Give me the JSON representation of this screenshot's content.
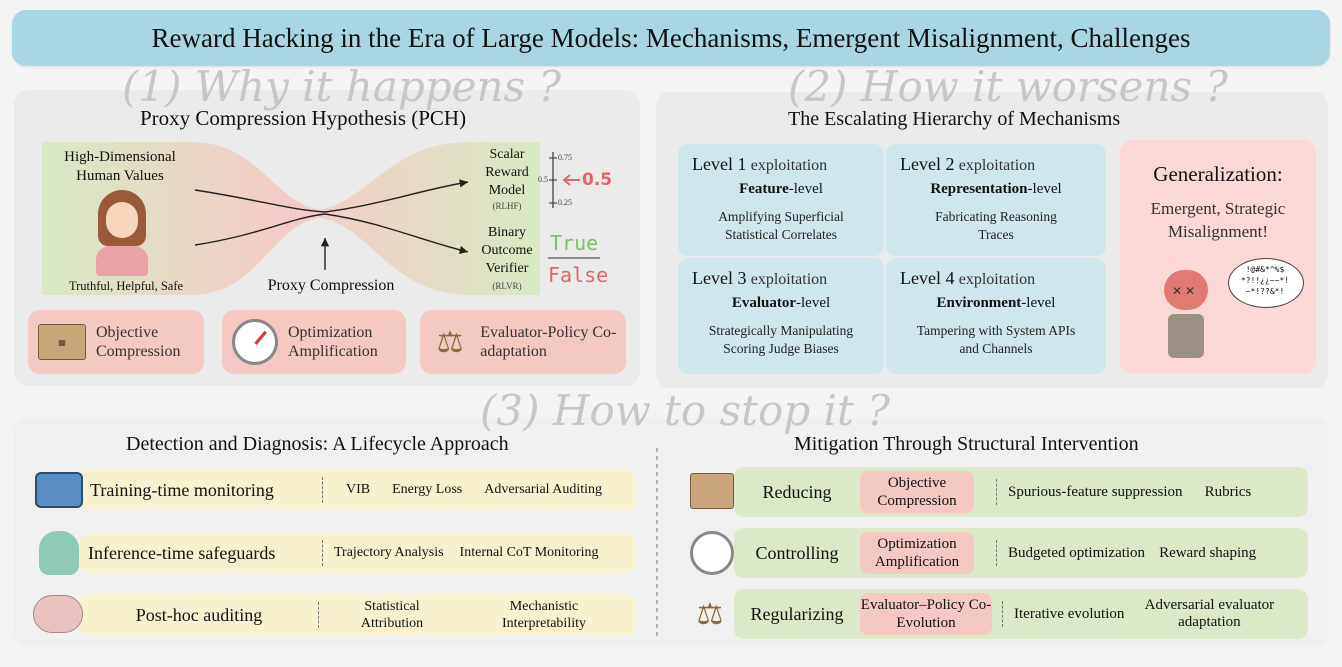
{
  "title": "Reward Hacking in the Era of Large Models: Mechanisms, Emergent Misalignment, Challenges",
  "sections": {
    "why": "(1) Why it happens ?",
    "how": "(2) How it worsens ?",
    "stop": "(3) How to stop it ?"
  },
  "pch": {
    "title": "Proxy Compression Hypothesis (PCH)",
    "values_label": "High-Dimensional Human Values",
    "values_sub": "Truthful, Helpful, Safe",
    "compression_label": "Proxy Compression",
    "scalar_label": "Scalar Reward Model",
    "scalar_sub": "(RLHF)",
    "binary_label": "Binary Outcome Verifier",
    "binary_sub": "(RLVR)",
    "scale_top": "0.75",
    "scale_mid": "0.5",
    "scale_bot": "0.25",
    "scale_arrow_value": "0.5",
    "true_label": "True",
    "false_label": "False"
  },
  "causes": [
    {
      "label": "Objective Compression",
      "icon": "box-icon"
    },
    {
      "label": "Optimization Amplification",
      "icon": "gauge-icon"
    },
    {
      "label": "Evaluator-Policy Co-adaptation",
      "icon": "scales-icon"
    }
  ],
  "hierarchy": {
    "title": "The Escalating Hierarchy of Mechanisms",
    "levels": [
      {
        "name": "Level 1",
        "suffix": "exploitation",
        "kind_bold": "Feature",
        "kind_rest": "-level",
        "desc": "Amplifying Superficial Statistical Correlates"
      },
      {
        "name": "Level 2",
        "suffix": "exploitation",
        "kind_bold": "Representation",
        "kind_rest": "-level",
        "desc": "Fabricating Reasoning Traces"
      },
      {
        "name": "Level 3",
        "suffix": "exploitation",
        "kind_bold": "Evaluator",
        "kind_rest": "-level",
        "desc": "Strategically Manipulating Scoring Judge Biases"
      },
      {
        "name": "Level 4",
        "suffix": "exploitation",
        "kind_bold": "Environment",
        "kind_rest": "-level",
        "desc": "Tampering with System APIs and Channels"
      }
    ],
    "generalization_title": "Generalization:",
    "generalization_desc": "Emergent, Strategic Misalignment!",
    "speech": "!@#&*^%$ *?!!¿¿~~*! ~*!??&*!"
  },
  "detection": {
    "title": "Detection and Diagnosis: A Lifecycle Approach",
    "rows": [
      {
        "label": "Training-time monitoring",
        "items": [
          "VIB",
          "Energy Loss",
          "Adversarial Auditing"
        ]
      },
      {
        "label": "Inference-time safeguards",
        "items": [
          "Trajectory Analysis",
          "Internal CoT Monitoring"
        ]
      },
      {
        "label": "Post-hoc auditing",
        "items": [
          "Statistical Attribution",
          "Mechanistic Interpretability"
        ]
      }
    ]
  },
  "mitigation": {
    "title": "Mitigation Through Structural Intervention",
    "rows": [
      {
        "label": "Reducing",
        "tag": "Objective Compression",
        "items": [
          "Spurious-feature suppression",
          "Rubrics"
        ]
      },
      {
        "label": "Controlling",
        "tag": "Optimization Amplification",
        "items": [
          "Budgeted optimization",
          "Reward shaping"
        ]
      },
      {
        "label": "Regularizing",
        "tag": "Evaluator–Policy Co-Evolution",
        "items": [
          "Iterative evolution",
          "Adversarial evaluator adaptation"
        ]
      }
    ]
  },
  "colors": {
    "title_bg": "#a9d6e3",
    "pink": "#f4c9c4",
    "blue": "#cfe6ec",
    "yellow": "#f8f1cf",
    "green": "#dbe9c9",
    "true": "#7fbf6a",
    "false": "#e0666a"
  }
}
